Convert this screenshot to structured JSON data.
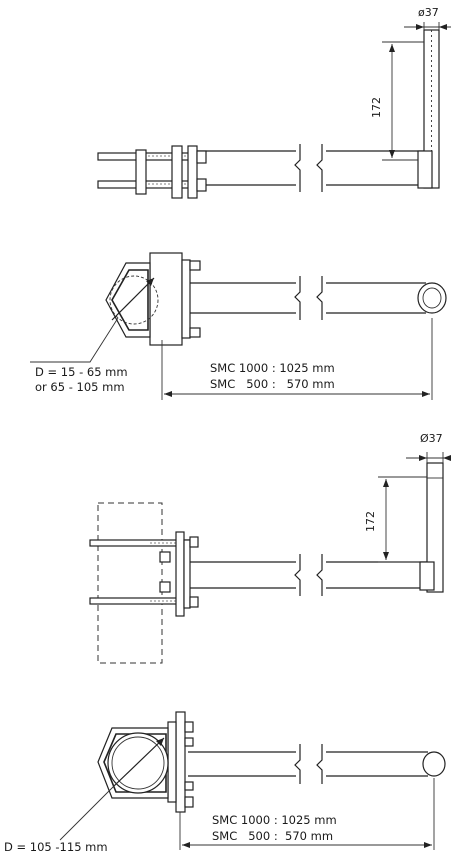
{
  "top": {
    "tube_diameter": "ø37",
    "height": "172",
    "clamp_range": [
      "D = 15 - 65 mm",
      "or 65 - 105 mm"
    ],
    "length_1000": "SMC 1000 : 1025 mm",
    "length_500": "SMC   500 :   570 mm"
  },
  "bottom": {
    "tube_diameter": "Ø37",
    "height": "172",
    "clamp_range": "D = 105 -115 mm",
    "length_1000": "SMC 1000 : 1025 mm",
    "length_500": "SMC   500 :  570 mm"
  }
}
